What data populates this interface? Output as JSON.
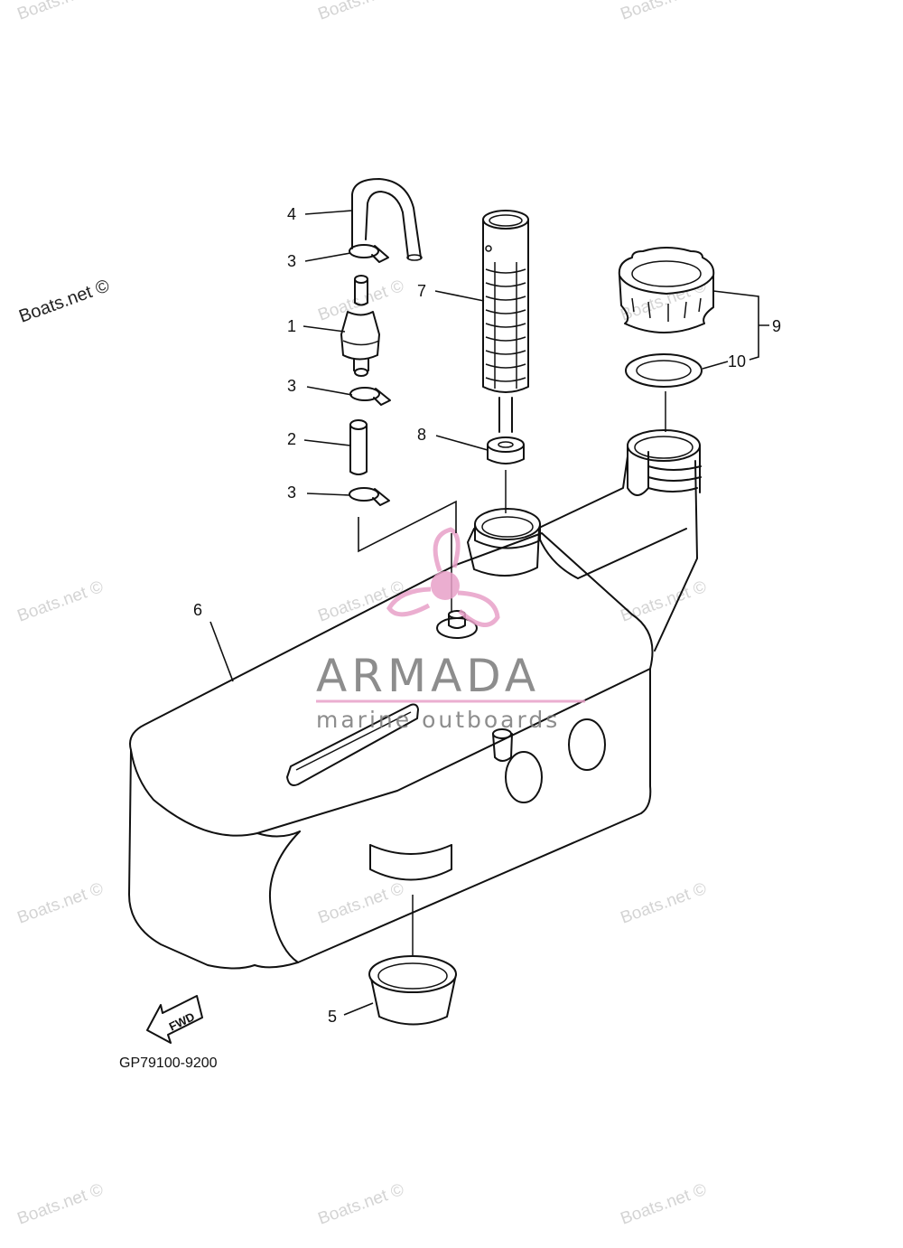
{
  "watermark": {
    "text": "Boats.net ©"
  },
  "logo": {
    "title": "ARMADA",
    "subtitle": "marine outboards",
    "accent_color": "#e8a0c8",
    "text_color": "#7a7a7a"
  },
  "callouts": {
    "c1": "1",
    "c2": "2",
    "c3a": "3",
    "c3b": "3",
    "c3c": "3",
    "c4": "4",
    "c5": "5",
    "c6": "6",
    "c7": "7",
    "c8": "8",
    "c9": "9",
    "c10": "10"
  },
  "fwd_label": "FWD",
  "diagram_code": "GP79100-9200"
}
